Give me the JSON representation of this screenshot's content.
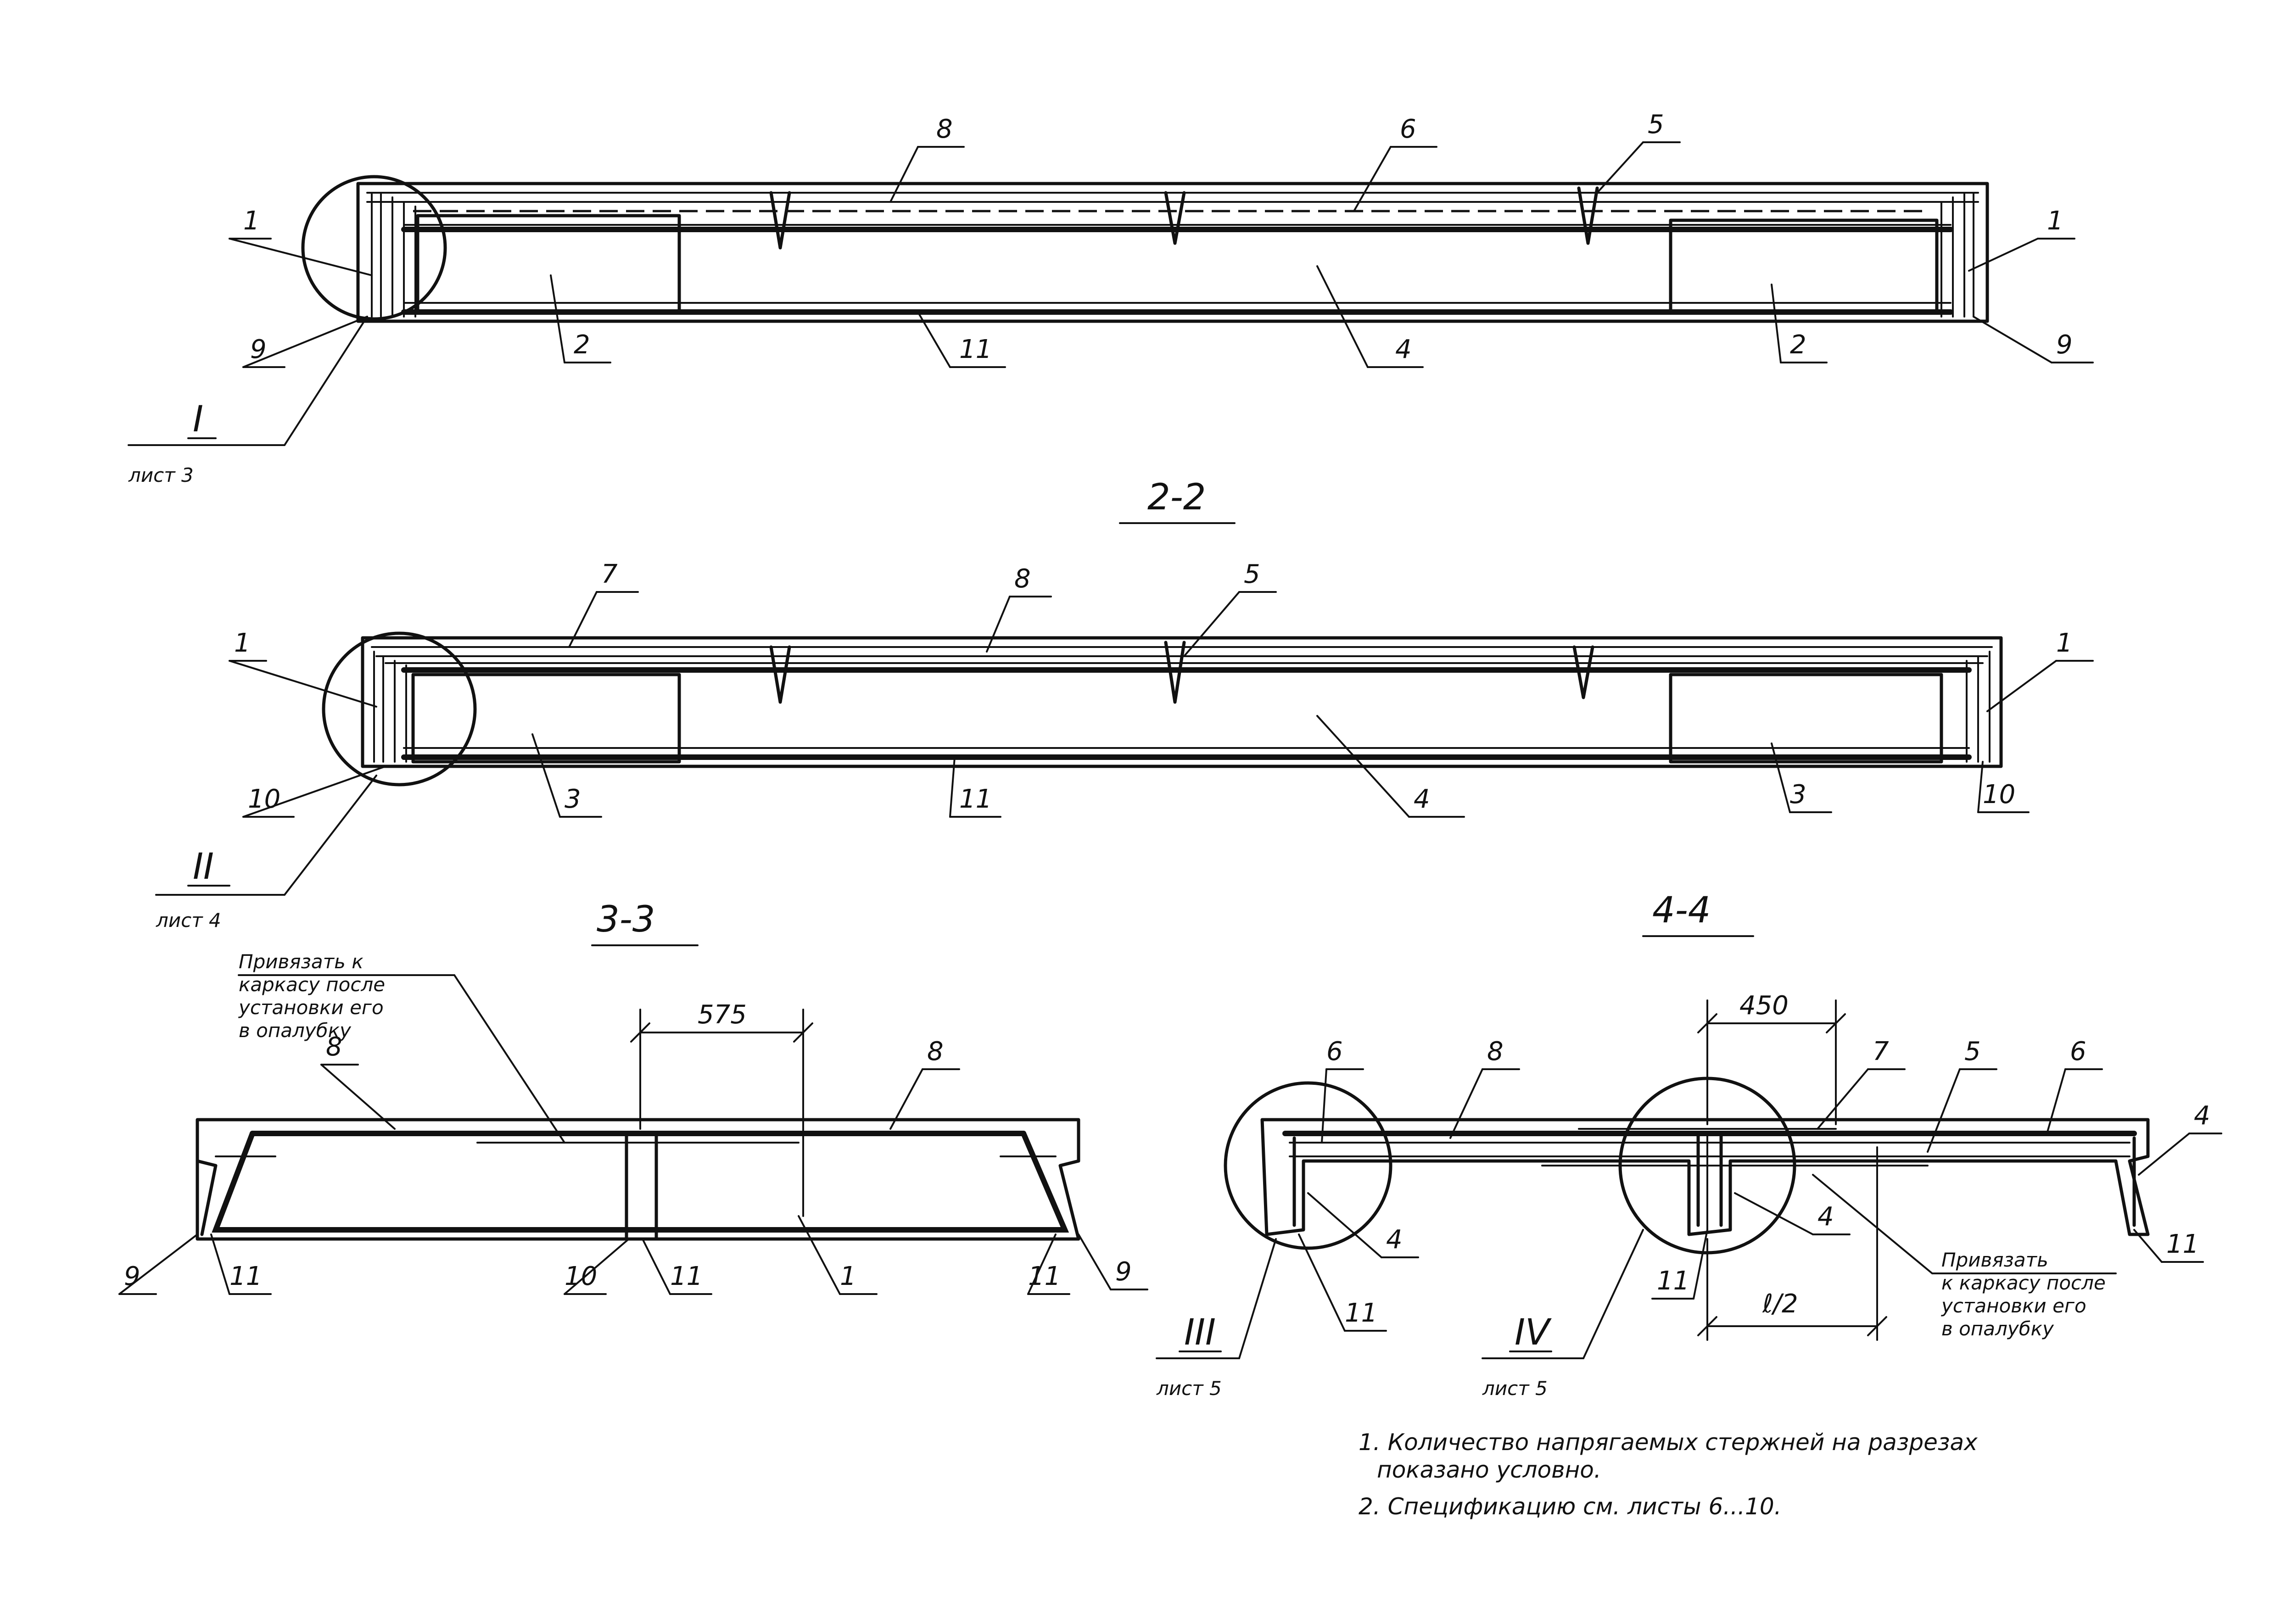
{
  "sections": {
    "s22": "2-2",
    "s33": "3-3",
    "s44": "4-4"
  },
  "callouts": {
    "c1": "I",
    "c1_sheet": "лист 3",
    "c2": "II",
    "c2_sheet": "лист 4",
    "c3": "III",
    "c3_sheet": "лист 5",
    "c4": "IV",
    "c4_sheet": "лист 5"
  },
  "labels": {
    "n1": "1",
    "n2": "2",
    "n3": "3",
    "n4": "4",
    "n5": "5",
    "n6": "6",
    "n7": "7",
    "n8": "8",
    "n9": "9",
    "n10": "10",
    "n11": "11"
  },
  "dimensions": {
    "d575": "575",
    "d450": "450",
    "dl2": "ℓ/2"
  },
  "annotations": {
    "tie1": [
      "Привязать к",
      "каркасу после",
      "установки его",
      "в опалубку"
    ],
    "tie2": [
      "Привязать",
      "к каркасу после",
      "установки его",
      "в опалубку"
    ]
  },
  "notes": {
    "note1a": "1. Количество напрягаемых стержней на разрезах",
    "note1b": "показано условно.",
    "note2": "2. Спецификацию см. листы 6...10."
  }
}
